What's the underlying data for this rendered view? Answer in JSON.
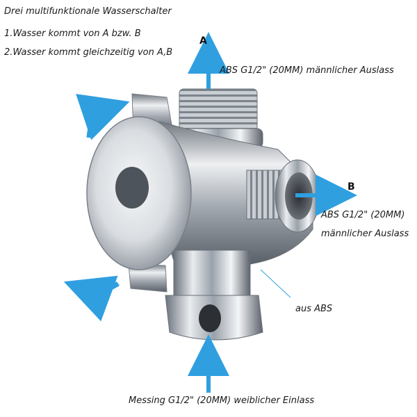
{
  "header": {
    "title": "Drei multifunktionale Wasserschalter",
    "line1": "1.Wasser kommt von A bzw. B",
    "line2": "2.Wasser kommt gleichzeitig von A,B"
  },
  "labels": {
    "outlet_a_letter": "A",
    "outlet_a_desc": "ABS G1/2\" (20MM) männlicher Auslass",
    "outlet_b_letter": "B",
    "outlet_b_desc_line1": "ABS G1/2\" (20MM)",
    "outlet_b_desc_line2": "männlicher Auslass",
    "body_material": "aus ABS",
    "inlet_desc": "Messing G1/2\" (20MM) weiblicher Einlass"
  },
  "colors": {
    "arrow": "#2f9fe0",
    "chrome_light": "#f2f4f6",
    "chrome_dark": "#5e6570"
  }
}
